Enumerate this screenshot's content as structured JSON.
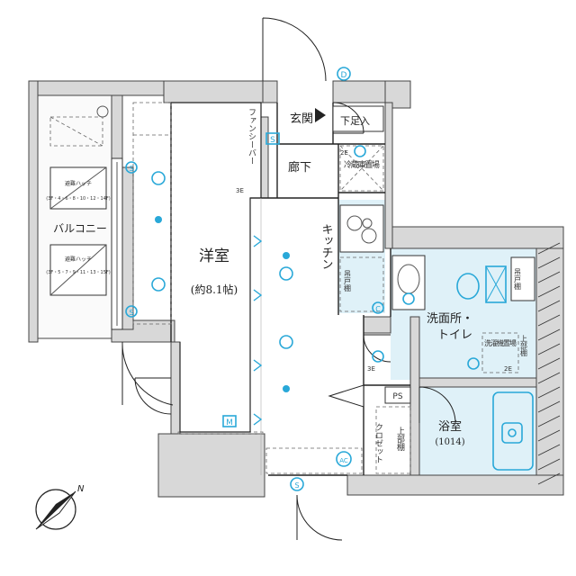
{
  "rooms": {
    "entrance": "玄関",
    "shoe_box": "下足入",
    "corridor": "廊下",
    "fridge_space": "冷蔵庫置場",
    "kitchen": "キッチン",
    "hanging_cabinet": "吊戸棚",
    "fan_sleeve": "ファンシーバー",
    "western_room": "洋室",
    "western_room_size": "(約8.1帖)",
    "balcony": "バルコニー",
    "washroom_toilet_1": "洗面所・",
    "washroom_toilet_2": "トイレ",
    "wall_cabinet": "吊戸棚",
    "washer_space": "洗濯機置場",
    "upper_shelf": "上部棚",
    "bathroom": "浴室",
    "bath_size": "(1014)",
    "closet": "クロゼット",
    "closet_upper": "上部棚",
    "pipe_space": "PS",
    "hatch_1": "避難ハッチ",
    "hatch_1_floors": "(3F・4・6・8・10・12・14F)",
    "hatch_2": "避難ハッチ",
    "hatch_2_floors": "(3F・5・7・9・11・13・15F)"
  },
  "symbols": {
    "intercom": "D",
    "shoe_s": "S",
    "meter": "M",
    "aircon": "AC",
    "ceiling": "C",
    "label_3e": "3E",
    "label_2e": "2E"
  },
  "compass": "N",
  "colors": {
    "wet_area": "#dff1f8",
    "wall": "#d8d8d8",
    "symbol": "#29a8d8"
  }
}
